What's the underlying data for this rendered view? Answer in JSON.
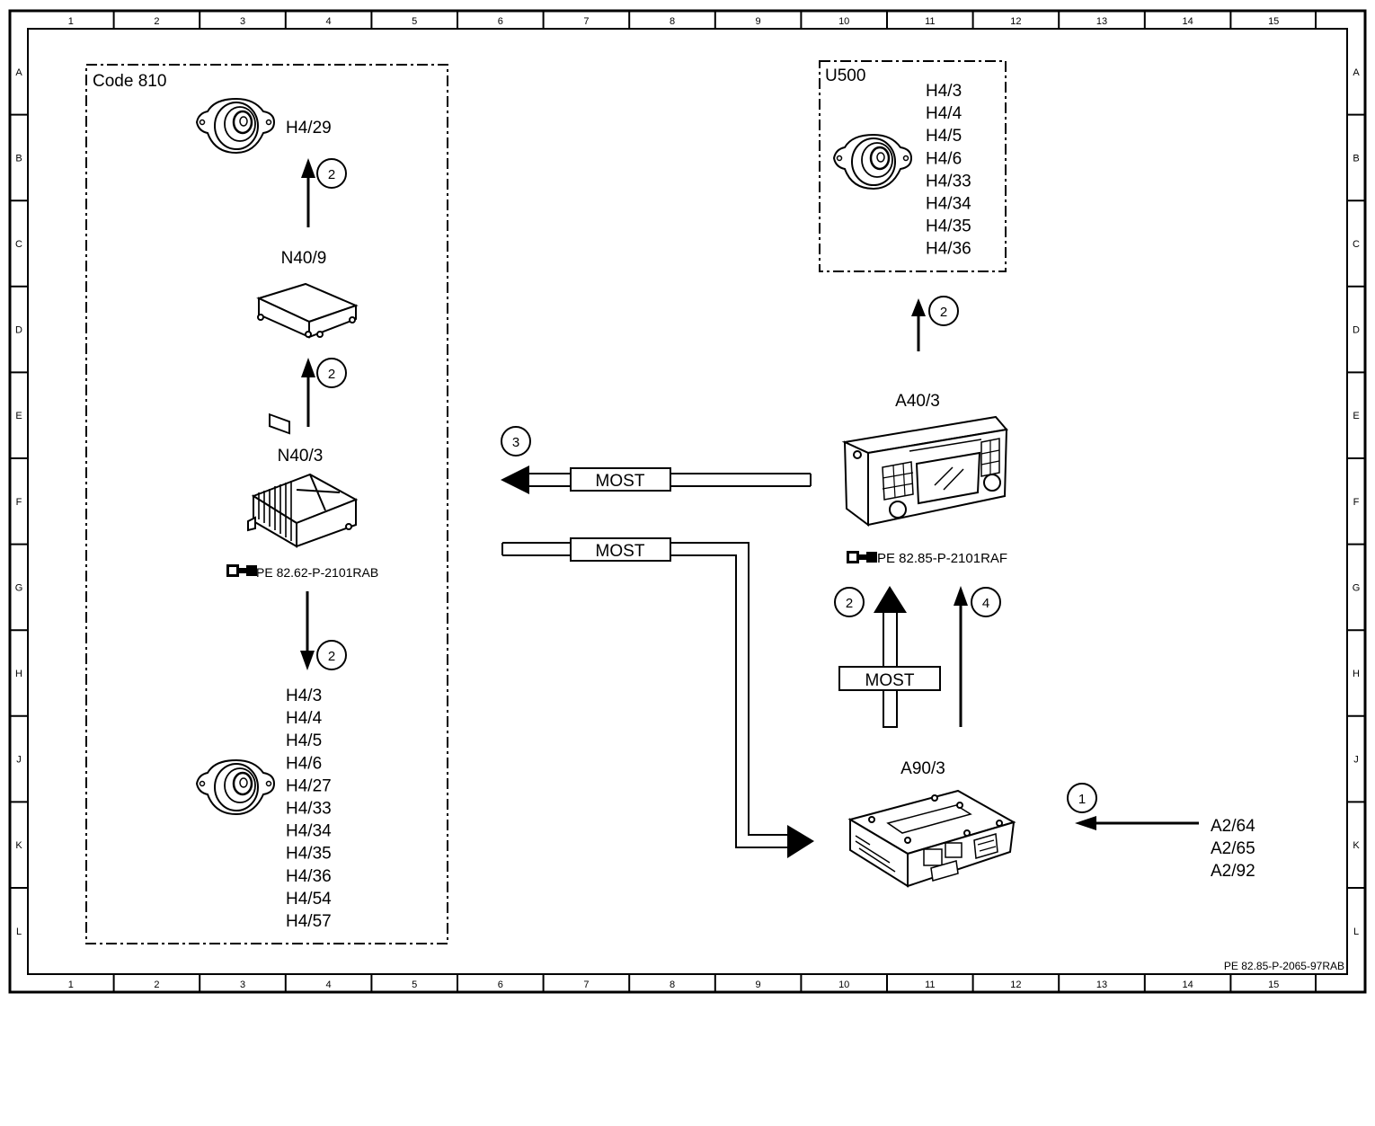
{
  "grid": {
    "columns": [
      "1",
      "2",
      "3",
      "4",
      "5",
      "6",
      "7",
      "8",
      "9",
      "10",
      "11",
      "12",
      "13",
      "14",
      "15"
    ],
    "rows": [
      "A",
      "B",
      "C",
      "D",
      "E",
      "F",
      "G",
      "H",
      "J",
      "K",
      "L"
    ]
  },
  "code_group": {
    "title": "Code 810",
    "speaker_top": "H4/29",
    "n40_9": "N40/9",
    "n40_3": "N40/3",
    "n40_3_ref": "PE 82.62-P-2101RAB",
    "speakers_bottom": [
      "H4/3",
      "H4/4",
      "H4/5",
      "H4/6",
      "H4/27",
      "H4/33",
      "H4/34",
      "H4/35",
      "H4/36",
      "H4/54",
      "H4/57"
    ]
  },
  "u500_group": {
    "title": "U500",
    "speakers": [
      "H4/3",
      "H4/4",
      "H4/5",
      "H4/6",
      "H4/33",
      "H4/34",
      "H4/35",
      "H4/36"
    ]
  },
  "a40_3": {
    "label": "A40/3",
    "ref": "PE 82.85-P-2101RAF"
  },
  "a90_3": {
    "label": "A90/3"
  },
  "antennas": [
    "A2/64",
    "A2/65",
    "A2/92"
  ],
  "bus_labels": {
    "most_upper": "MOST",
    "most_lower": "MOST",
    "most_vertical": "MOST"
  },
  "callouts": {
    "one": "1",
    "two": "2",
    "three": "3",
    "four": "4"
  },
  "diagram_ref": "PE 82.85-P-2065-97RAB",
  "icons": {
    "speaker": "speaker-icon",
    "amplifier_box": "control-unit-icon",
    "amplifier_heatsink": "amplifier-icon",
    "head_unit": "head-unit-icon",
    "tuner_box": "tuner-icon",
    "ref_pointer": "reference-pointer-icon"
  }
}
